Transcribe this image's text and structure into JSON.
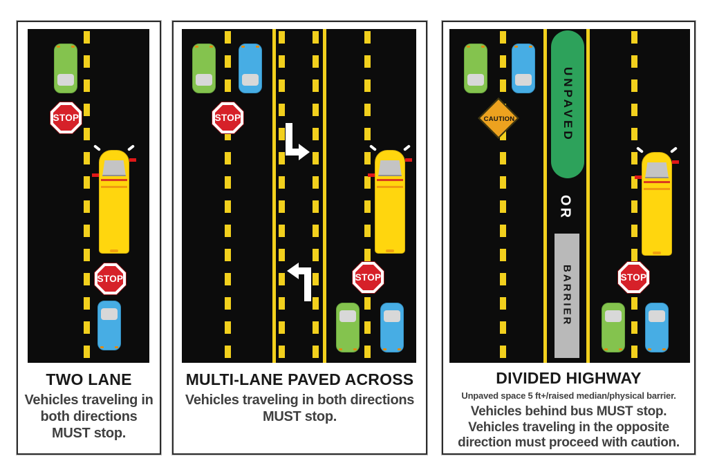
{
  "labels": {
    "stop": "STOP",
    "caution": "CAUTION",
    "unpaved": "UNPAVED",
    "or": "OR",
    "barrier": "BARRIER"
  },
  "panels": [
    {
      "title": "TWO LANE",
      "caption_lines": [
        "Vehicles traveling in",
        "both directions",
        "MUST stop."
      ]
    },
    {
      "title": "MULTI-LANE PAVED ACROSS",
      "caption_lines": [
        "Vehicles traveling in both directions",
        "MUST stop."
      ]
    },
    {
      "title": "DIVIDED HIGHWAY",
      "subtitle": "Unpaved space 5 ft+/raised median/physical barrier.",
      "caption_lines": [
        "Vehicles behind bus MUST stop.",
        "Vehicles traveling in the opposite",
        "direction must proceed with caution."
      ]
    }
  ],
  "colors": {
    "road": "#0c0c0c",
    "lane_marking": "#f2d01d",
    "stop_sign": "#d62129",
    "caution_sign": "#eda21f",
    "unpaved_median": "#2da25b",
    "barrier": "#b9b9b9",
    "bus": "#ffd60e",
    "car_green": "#84c34e",
    "car_blue": "#47ade4",
    "arrow": "#ffffff"
  }
}
